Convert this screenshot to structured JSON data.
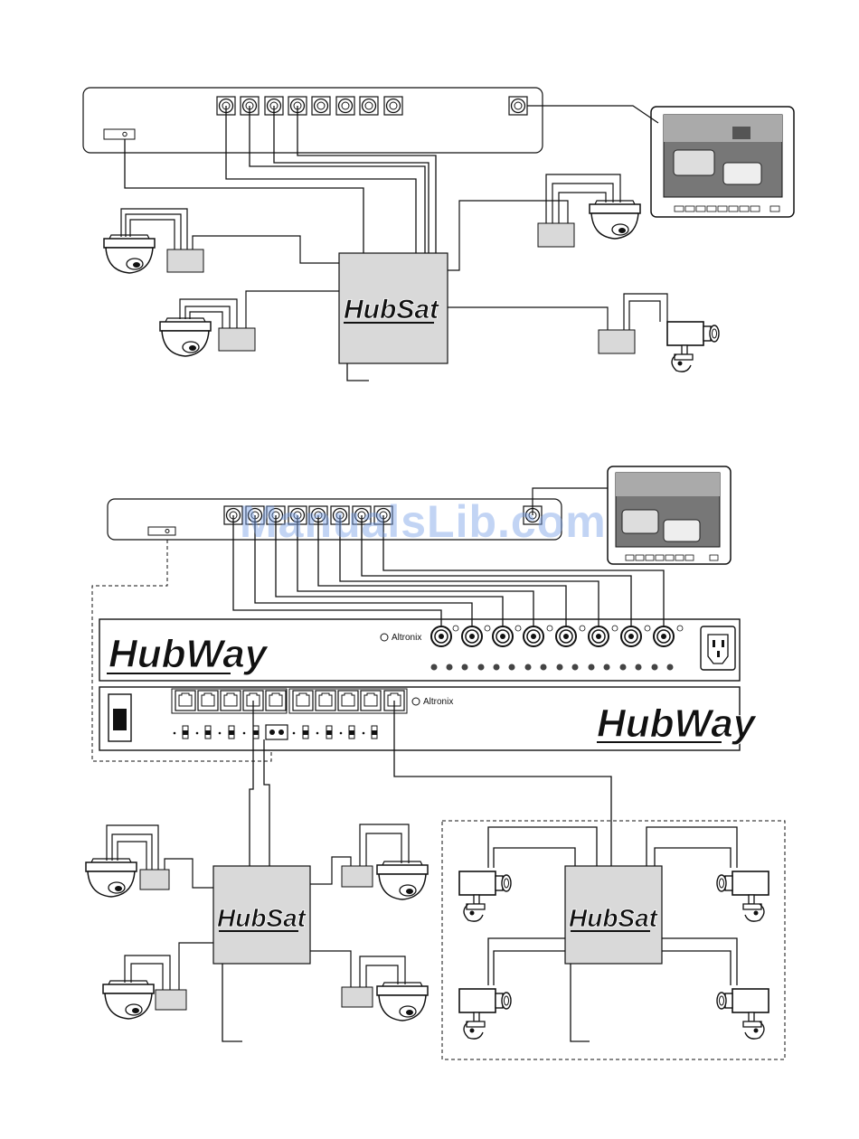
{
  "top_diagram": {
    "hub": {
      "logo": "HubSat"
    }
  },
  "bottom_diagram": {
    "hubway_panel": {
      "logo": "HubWay",
      "brand": "Altronix"
    },
    "hubway_switch": {
      "logo": "HubWay",
      "brand": "Altronix"
    },
    "hubsat_left": {
      "logo": "HubSat"
    },
    "hubsat_right": {
      "logo": "HubSat"
    }
  },
  "watermark": "ManualsLib.com",
  "colors": {
    "line": "#111111",
    "box_fill": "#d9d9d9",
    "watermark": "#7aa0e6"
  }
}
